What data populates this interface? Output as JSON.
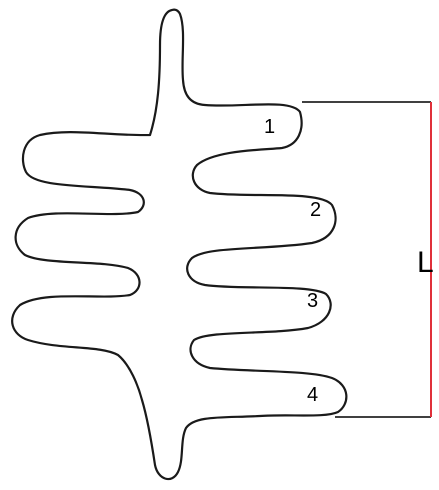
{
  "diagram": {
    "lobe_labels": [
      "1",
      "2",
      "3",
      "4"
    ],
    "dimension_label": "L",
    "colors": {
      "outline": "#1a1a1a",
      "dimension_line": "#e0303a",
      "dimension_ticks": "#000000",
      "background": "#ffffff"
    }
  }
}
